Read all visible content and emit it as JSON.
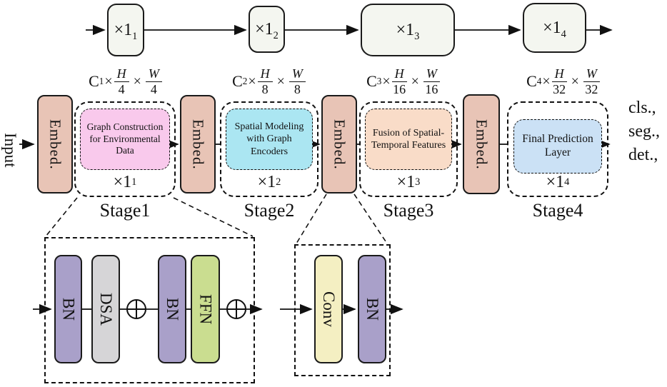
{
  "top_row": {
    "boxes": [
      {
        "base": "×1",
        "sub": "1"
      },
      {
        "base": "×1",
        "sub": "2"
      },
      {
        "base": "×1",
        "sub": "3"
      },
      {
        "base": "×1",
        "sub": "4"
      }
    ]
  },
  "dim_labels": [
    {
      "c": "C",
      "c_sub": "1",
      "x1": "×",
      "num1": "H",
      "den1": "4",
      "x2": "×",
      "num2": "W",
      "den2": "4"
    },
    {
      "c": "C",
      "c_sub": "2",
      "x1": "×",
      "num1": "H",
      "den1": "8",
      "x2": "×",
      "num2": "W",
      "den2": "8"
    },
    {
      "c": "C",
      "c_sub": "3",
      "x1": "×",
      "num1": "H",
      "den1": "16",
      "x2": "×",
      "num2": "W",
      "den2": "16"
    },
    {
      "c": "C",
      "c_sub": "4",
      "x1": "×",
      "num1": "H",
      "den1": "32",
      "x2": "×",
      "num2": "W",
      "den2": "32"
    }
  ],
  "input_label": "Input",
  "embed_label": "Embed.",
  "stages": [
    {
      "name": "Stage1",
      "module": "Graph Construction for Environmental Data",
      "mult": {
        "base": "×1",
        "sub": "1"
      },
      "color": "#f9c9ec"
    },
    {
      "name": "Stage2",
      "module": "Spatial Modeling with Graph Encoders",
      "mult": {
        "base": "×1",
        "sub": "2"
      },
      "color": "#abe6f2"
    },
    {
      "name": "Stage3",
      "module": "Fusion of Spatial-Temporal Features",
      "mult": {
        "base": "×1",
        "sub": "3"
      },
      "color": "#f9dcc8"
    },
    {
      "name": "Stage4",
      "module": "Final Prediction Layer",
      "mult": {
        "base": "×1",
        "sub": "4"
      },
      "color": "#cbe1f5"
    }
  ],
  "outputs": [
    "cls.,",
    "seg.,",
    "det.,"
  ],
  "transformer_block": {
    "blocks": [
      {
        "label": "BN",
        "color": "#a9a0c9"
      },
      {
        "label": "DSA",
        "color": "#d6d5d7"
      },
      {
        "label": "BN",
        "color": "#a9a0c9"
      },
      {
        "label": "FFN",
        "color": "#cadd90"
      }
    ]
  },
  "embed_block_detail": {
    "blocks": [
      {
        "label": "Conv",
        "color": "#f4efc2"
      },
      {
        "label": "BN",
        "color": "#a9a0c9"
      }
    ]
  },
  "icons": {
    "circled_plus": "⊕"
  },
  "colors": {
    "embed_fill": "#e8c4b6",
    "top_box_fill": "#f4f6f0",
    "line": "#111111"
  }
}
